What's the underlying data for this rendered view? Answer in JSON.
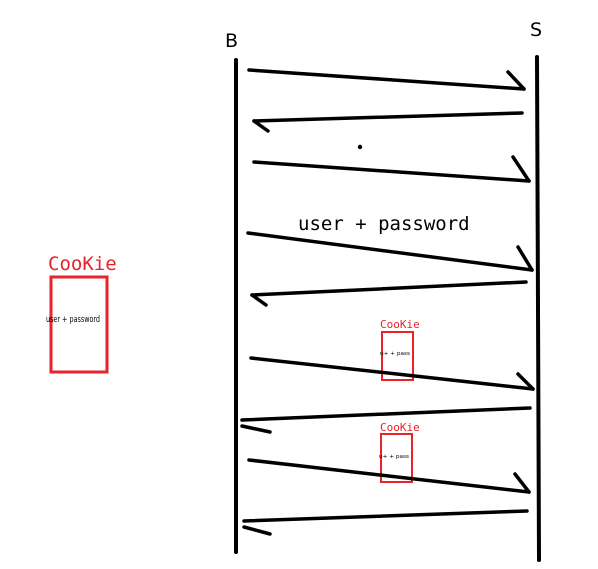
{
  "labels": {
    "browser": "B",
    "server": "S",
    "credentials": "user + password",
    "cookie_store": "CooKie",
    "cookie_store_contents": "user + password",
    "cookie_request_1": "CooKie",
    "cookie_request_1_contents": "u+ + pass",
    "cookie_request_2": "CooKie",
    "cookie_request_2_contents": "u+ + pass"
  },
  "colors": {
    "ink": "#000000",
    "cookie": "#e8232a"
  }
}
